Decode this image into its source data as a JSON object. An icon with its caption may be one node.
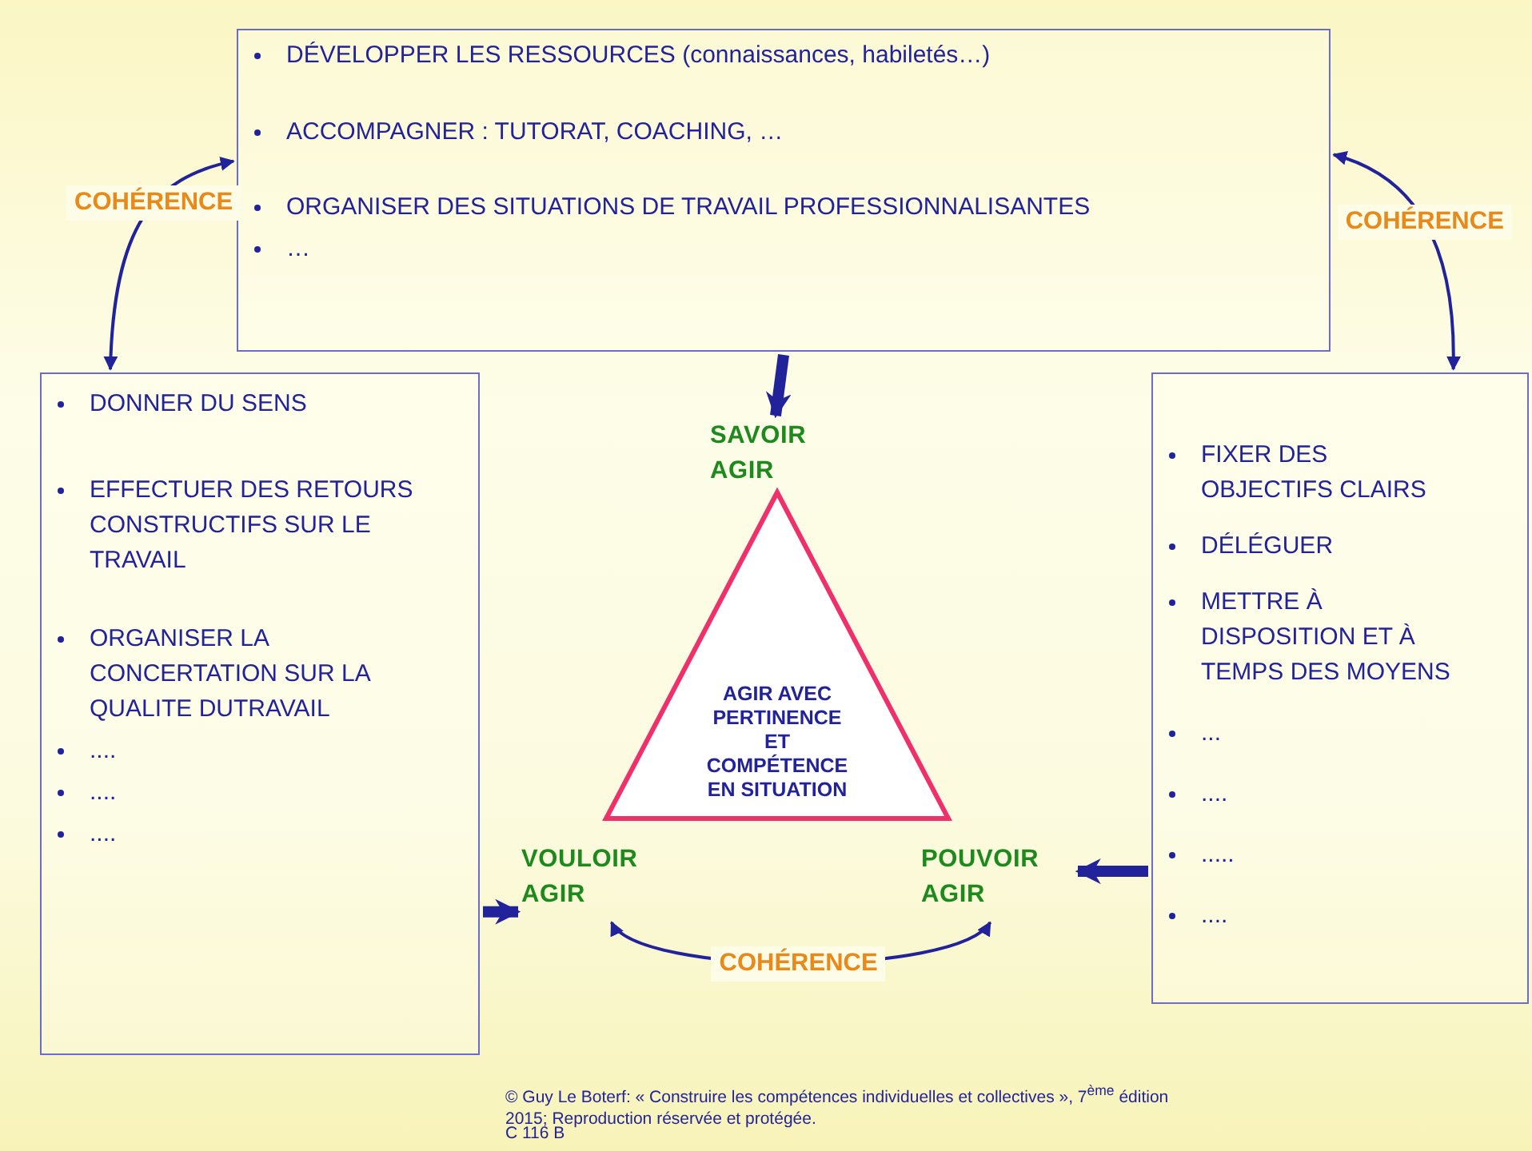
{
  "diagram": {
    "caption": "© Guy Le Boterf: « Construire les compétences individuelles et collectives », 7$^{ème}$ édition 2015; Reproduction réservée et protégée.",
    "nodes": [
      {
        "text": [
          "DÉVELOPPER LES RESSOURCES (connaissances, habiletés…)",
          "ACCOMPAGNER : TUTORAT, COACHING,  …",
          "ORGANISER DES SITUATIONS DE TRAVAIL PROFESSIONNALISANTES",
          "…"
        ]
      },
      {
        "text": [
          "DONNER DU SENS",
          "EFFECTUER DES RETOURS CONSTRUCTIFS SUR LE TRAVAIL",
          "ORGANISER LA CONCERTATION SUR LA QUALITE  DUTRAVAIL",
          "....",
          "....",
          "...."
        ]
      },
      {
        "text": [
          "FIXER DES OBJECTIFS CLAIRS",
          "DÉLÉGUER",
          "METTRE À DISPOSITION ET À TEMPS DES MOYENS",
          "...",
          "....",
          ".....",
          "...."
        ]
      },
      {
        "text": [
          "SAVOIR AGIR"
        ]
      },
      {
        "text": [
          "AGIR AVEC PERTINENCE ET COMPÉTENCE EN SITUATION"
        ]
      },
      {
        "text": [
          "VOULOIR AGIR"
        ]
      },
      {
        "text": [
          "POUVOIR AGIR"
        ]
      }
    ],
    "edges": [
      {
        "from": 0,
        "to": 1,
        "arrow": "both",
        "label": "COHÉRENCE"
      },
      {
        "from": 0,
        "to": 2,
        "arrow": "both",
        "label": "COHÉRENCE"
      },
      {
        "from": 0,
        "to": 3,
        "arrow": "to",
        "style": "thick"
      },
      {
        "from": 1,
        "to": 5,
        "arrow": "to",
        "style": "thick"
      },
      {
        "from": 2,
        "to": 6,
        "arrow": "to",
        "style": "thick"
      },
      {
        "from": 5,
        "to": 6,
        "arrow": "both",
        "label": "COHÉRENCE"
      }
    ],
    "labels": [
      "C 116 B"
    ]
  }
}
